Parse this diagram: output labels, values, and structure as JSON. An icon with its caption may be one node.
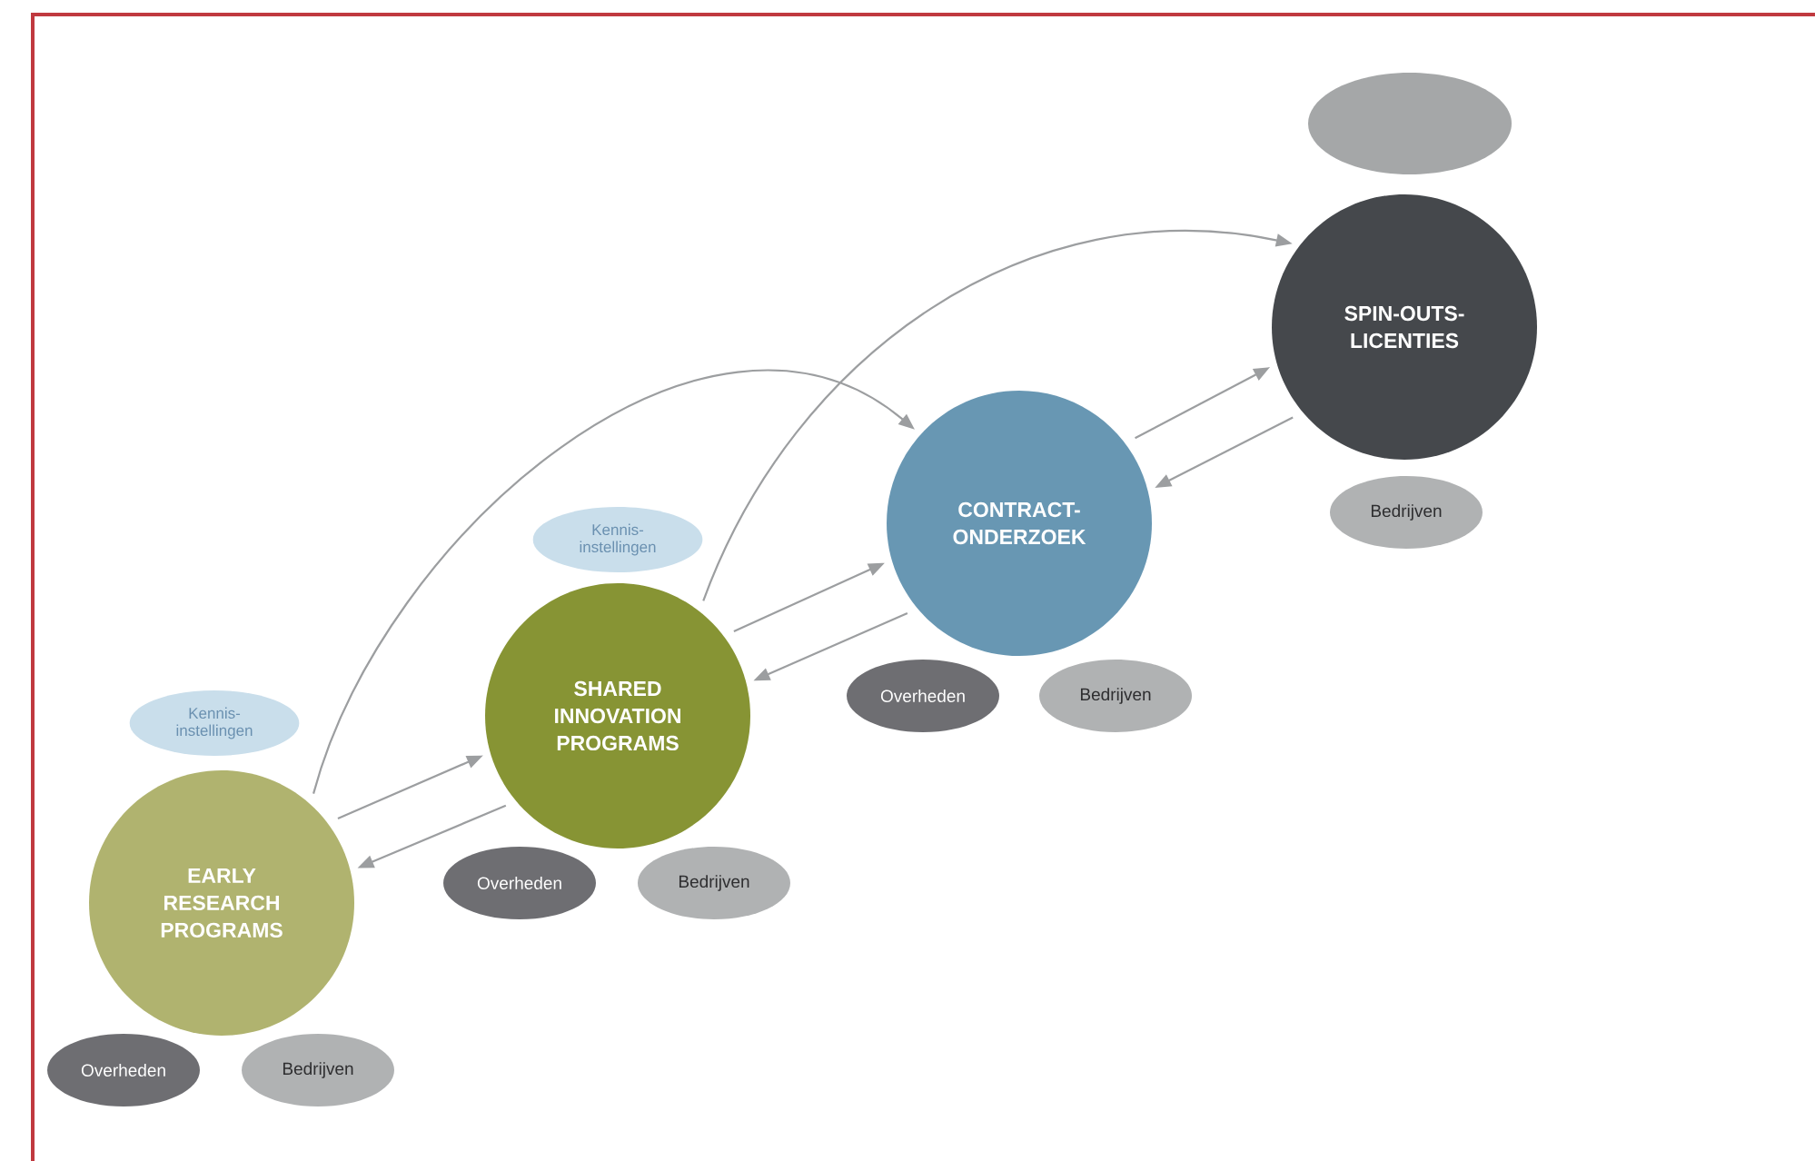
{
  "diagram": {
    "nodes": [
      {
        "text": [],
        "shape": "ellipse"
      },
      {
        "text": [
          "SPIN-OUTS- LICENTIES"
        ]
      },
      {
        "text": [
          "Bedrijven"
        ]
      },
      {
        "text": [
          "Kennis- instellingen"
        ]
      },
      {
        "text": [
          "CONTRACT- ONDERZOEK"
        ]
      },
      {
        "text": [
          "Overheden"
        ]
      },
      {
        "text": [
          "Bedrijven"
        ]
      },
      {
        "text": [
          "Kennis- instellingen"
        ]
      },
      {
        "text": [
          "SHARED INNOVATION PROGRAMS"
        ]
      },
      {
        "text": [
          "Overheden"
        ]
      },
      {
        "text": [
          "Bedrijven"
        ]
      },
      {
        "text": [
          "EARLY RESEARCH PROGRAMS"
        ]
      },
      {
        "text": [
          "Overheden"
        ]
      },
      {
        "text": [
          "Bedrijven"
        ]
      }
    ],
    "edges": [
      {
        "from": 11,
        "to": 8,
        "arrow": "to"
      },
      {
        "from": 8,
        "to": 11,
        "arrow": "to"
      },
      {
        "from": 8,
        "to": 4,
        "arrow": "to"
      },
      {
        "from": 4,
        "to": 8,
        "arrow": "to"
      },
      {
        "from": 4,
        "to": 1,
        "arrow": "to"
      },
      {
        "from": 1,
        "to": 4,
        "arrow": "to"
      },
      {
        "from": 11,
        "to": 4,
        "arrow": "to"
      },
      {
        "from": 8,
        "to": 1,
        "arrow": "to"
      }
    ]
  }
}
